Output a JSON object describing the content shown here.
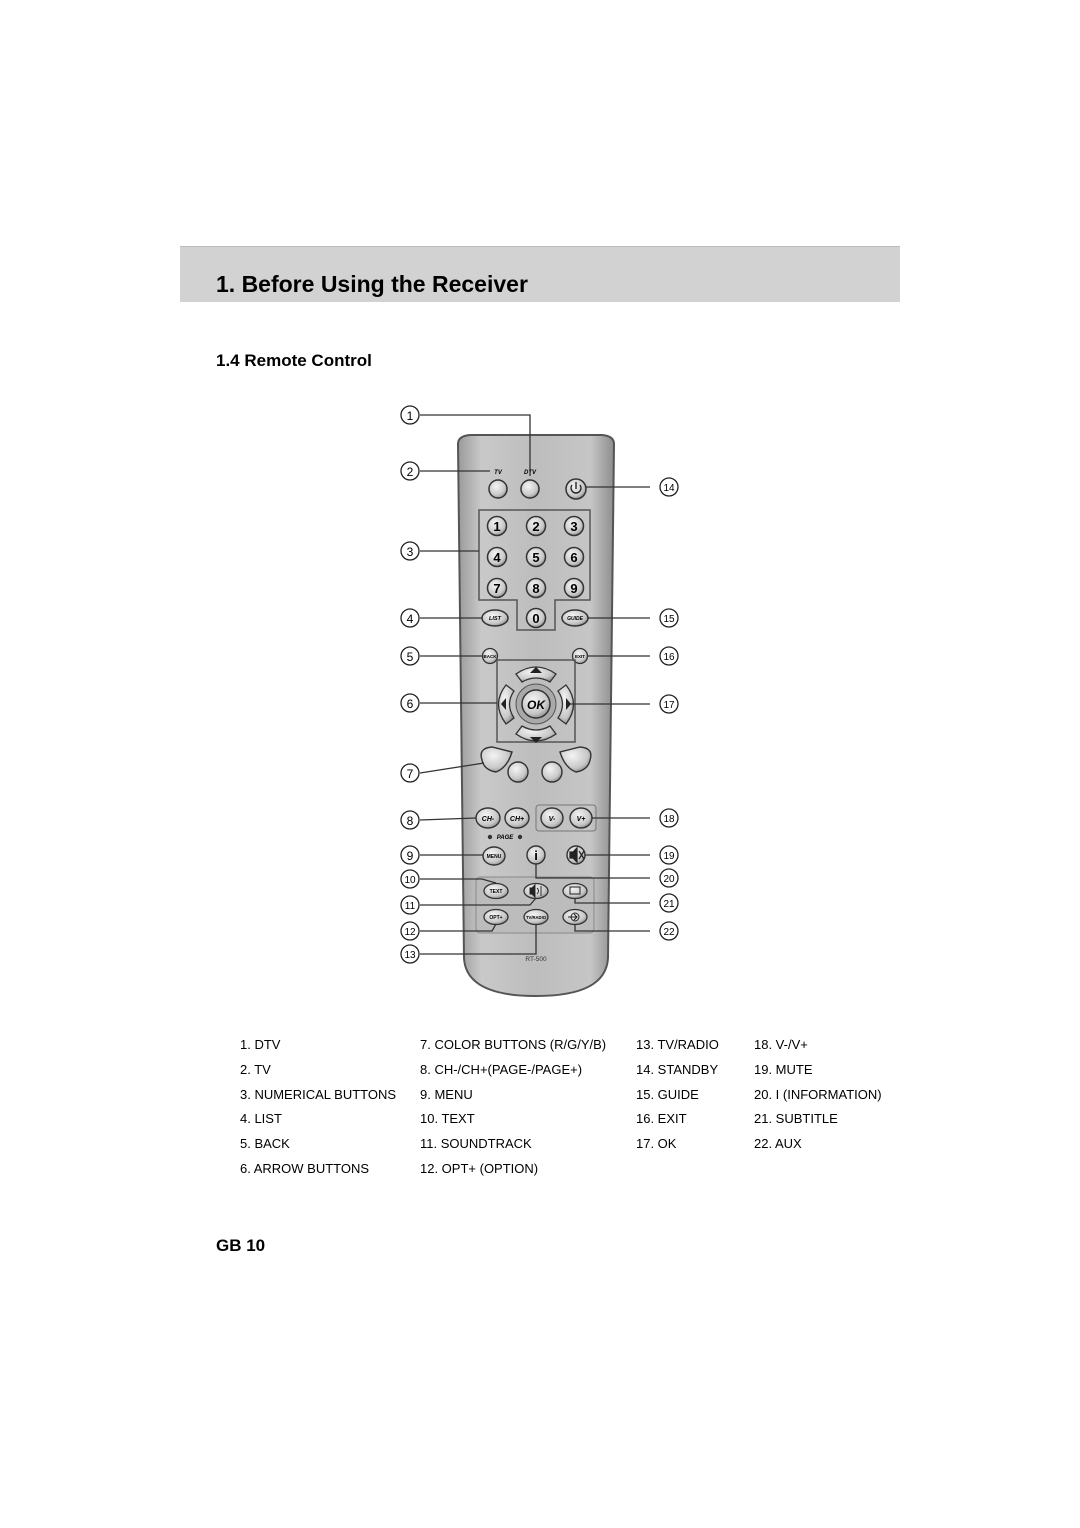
{
  "header": {
    "title": "1. Before Using the Receiver"
  },
  "section": {
    "title": "1.4 Remote Control"
  },
  "remote": {
    "top_labels": {
      "tv": "TV",
      "dtv": "DTV"
    },
    "digits": [
      "1",
      "2",
      "3",
      "4",
      "5",
      "6",
      "7",
      "8",
      "9",
      "0"
    ],
    "buttons": {
      "list": "LIST",
      "guide": "GUIDE",
      "back": "BACK",
      "exit": "EXIT",
      "ok": "OK",
      "ch_minus": "CH-",
      "ch_plus": "CH+",
      "v_minus": "V-",
      "v_plus": "V+",
      "page": "PAGE",
      "menu": "MENU",
      "info": "i",
      "text": "TEXT",
      "opt": "OPT+",
      "tv_radio": "TV/RADIO"
    },
    "model": "RT-500",
    "callouts": [
      "1",
      "2",
      "3",
      "4",
      "5",
      "6",
      "7",
      "8",
      "9",
      "10",
      "11",
      "12",
      "13",
      "14",
      "15",
      "16",
      "17",
      "18",
      "19",
      "20",
      "21",
      "22"
    ]
  },
  "legend": {
    "col1": [
      "1. DTV",
      "2. TV",
      "3. NUMERICAL BUTTONS",
      "4. LIST",
      "5. BACK",
      "6. ARROW BUTTONS"
    ],
    "col2": [
      "7. COLOR BUTTONS (R/G/Y/B)",
      "8. CH-/CH+(PAGE-/PAGE+)",
      "9. MENU",
      "10. TEXT",
      "11. SOUNDTRACK",
      "12. OPT+ (OPTION)"
    ],
    "col3": [
      "13. TV/RADIO",
      "14. STANDBY",
      "15. GUIDE",
      "16. EXIT",
      "17. OK"
    ],
    "col4": [
      "18. V-/V+",
      "19. MUTE",
      "20. I (INFORMATION)",
      "21. SUBTITLE",
      "22. AUX"
    ]
  },
  "footer": {
    "page_label": "GB 10"
  }
}
